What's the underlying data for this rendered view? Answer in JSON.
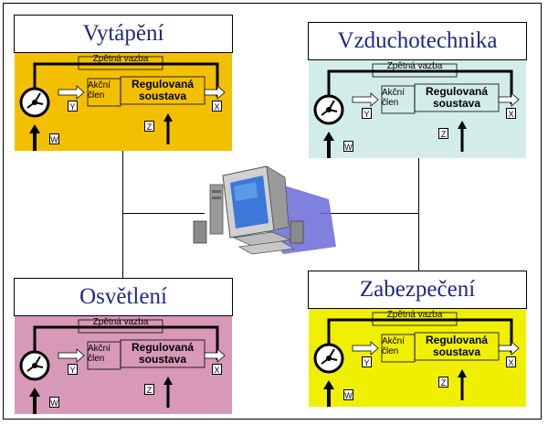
{
  "blocks": {
    "heating": {
      "title": "Vytápění",
      "bg": "#f2c000"
    },
    "hvac": {
      "title": "Vzduchotechnika",
      "bg": "#d2ece9"
    },
    "lighting": {
      "title": "Osvětlení",
      "bg": "#d898b8"
    },
    "security": {
      "title": "Zabezpečení",
      "bg": "#f0ef00"
    }
  },
  "labels": {
    "feedback": "Zpětná vazba",
    "actuator_line1": "Akční",
    "actuator_line2": "člen",
    "plant_line1": "Regulovaná",
    "plant_line2": "soustava",
    "y": "Y",
    "x": "X",
    "z": "Z",
    "w": "W"
  }
}
